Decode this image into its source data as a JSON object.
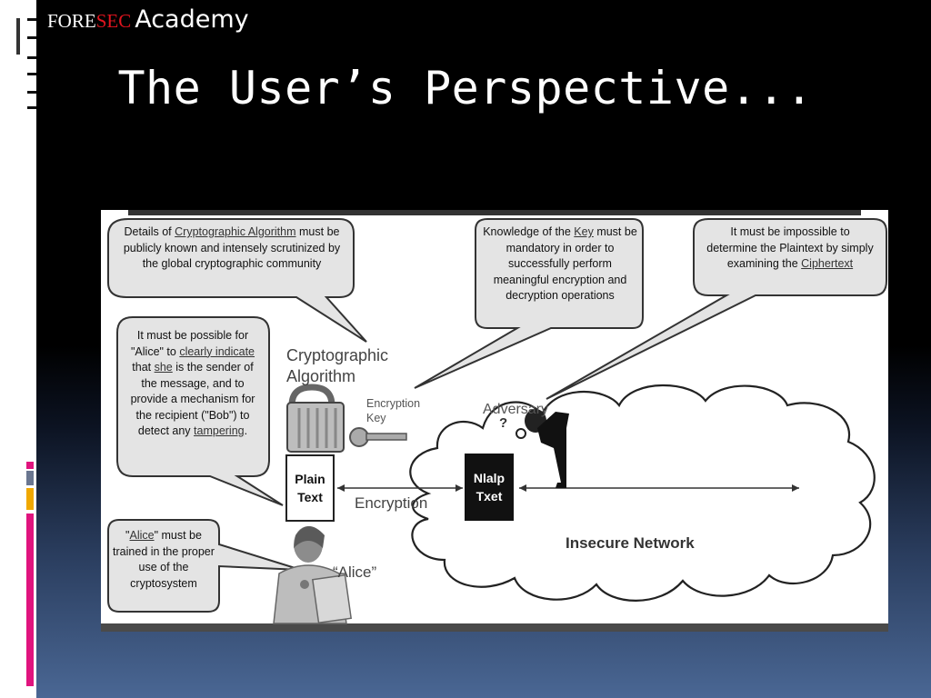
{
  "logo": {
    "fore": "FORE",
    "sec": "SEC",
    "academy": "Academy"
  },
  "slide": {
    "title": "The User’s Perspective..."
  },
  "diagram": {
    "callouts": {
      "algorithm": {
        "t1": "Details of ",
        "u1": "Cryptographic Algorithm",
        "t2": " must be publicly known and intensely scrutinized by the global cryptographic community"
      },
      "key": {
        "t1": "Knowledge of the ",
        "u1": "Key",
        "t2": " must be mandatory in order to successfully perform meaningful encryption and decryption operations"
      },
      "plaintext": {
        "t1": "It must be impossible to determine the Plaintext by simply examining the ",
        "u1": "Ciphertext"
      },
      "alice_indicate": {
        "t1": "It must be possible for \"Alice\" to ",
        "u1": "clearly indicate",
        "t2": " that ",
        "u2": "she",
        "t3": " is the sender of the message, and to provide a mechanism for the recipient (\"Bob\") to detect any ",
        "u3": "tampering",
        "t4": "."
      },
      "alice_trained": {
        "t1": "\"",
        "u1": "Alice",
        "t2": "\" must be trained in the proper use of the cryptosystem"
      }
    },
    "labels": {
      "cryptographic_algorithm_1": "Cryptographic",
      "cryptographic_algorithm_2": "Algorithm",
      "encryption_key_1": "Encryption",
      "encryption_key_2": "Key",
      "plain_text_1": "Plain",
      "plain_text_2": "Text",
      "cipher_text_1": "Nlalp",
      "cipher_text_2": "Txet",
      "encryption": "Encryption",
      "adversary": "Adversary",
      "adversary_question": "?",
      "insecure_network": "Insecure Network",
      "alice": "“Alice”"
    }
  }
}
